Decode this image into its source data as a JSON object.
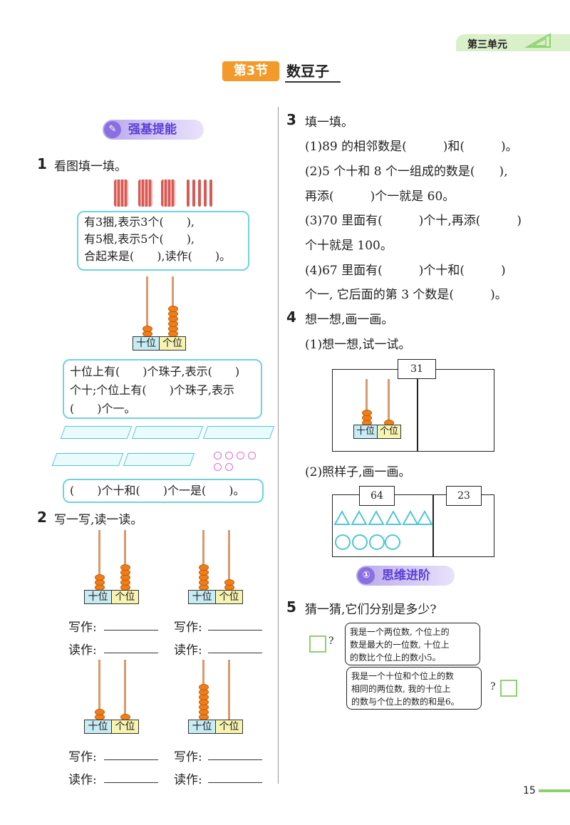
{
  "header": {
    "unit": "第三单元"
  },
  "title": {
    "badge": "第3节",
    "text": "数豆子"
  },
  "banners": {
    "basic": "强基提能",
    "thinking": "思维进阶"
  },
  "q1": {
    "num": "1",
    "text": "看图填一填。",
    "box1": [
      "有3捆,表示3个(　　),",
      "有5根,表示5个(　　),",
      "合起来是(　　),读作(　　)。"
    ],
    "abacus_labels": [
      "十位",
      "个位"
    ],
    "box2": [
      "十位上有(　　)个珠子,表示(　　)",
      "个十;个位上有(　　)个珠子,表示",
      "(　　)个一。"
    ],
    "box3": "(　　)个十和(　　)个一是(　　)。"
  },
  "q2": {
    "num": "2",
    "text": "写一写,读一读。",
    "write": "写作:",
    "read": "读作:",
    "labels": [
      "十位",
      "个位"
    ]
  },
  "q3": {
    "num": "3",
    "text": "填一填。",
    "lines": [
      "(1)89 的相邻数是(　　　)和(　　　)。",
      "(2)5 个十和 8 个一组成的数是(　　),",
      "再添(　　　)个一就是 60。",
      "(3)70 里面有(　　　)个十,再添(　　　)",
      "个十就是 100。",
      "(4)67 里面有(　　　)个十和(　　　)",
      "个一, 它后面的第 3 个数是(　　　)。"
    ]
  },
  "q4": {
    "num": "4",
    "text": "想一想,画一画。",
    "sub1": "(1)想一想,试一试。",
    "sub2": "(2)照样子,画一画。",
    "box31": "31",
    "box64": "64",
    "box23": "23",
    "labels": [
      "十位",
      "个位"
    ]
  },
  "q5": {
    "num": "5",
    "text": "猜一猜,它们分别是多少?",
    "bubble1": [
      "我是一个两位数, 个位上的",
      "数是最大的一位数, 十位上",
      "的数比个位上的数小5。"
    ],
    "bubble2": [
      "我是一个十位和个位上的数",
      "相同的两位数, 我的十位上",
      "的数与个位上的数的和是6。"
    ],
    "q": "?"
  },
  "page": {
    "number": "15"
  }
}
